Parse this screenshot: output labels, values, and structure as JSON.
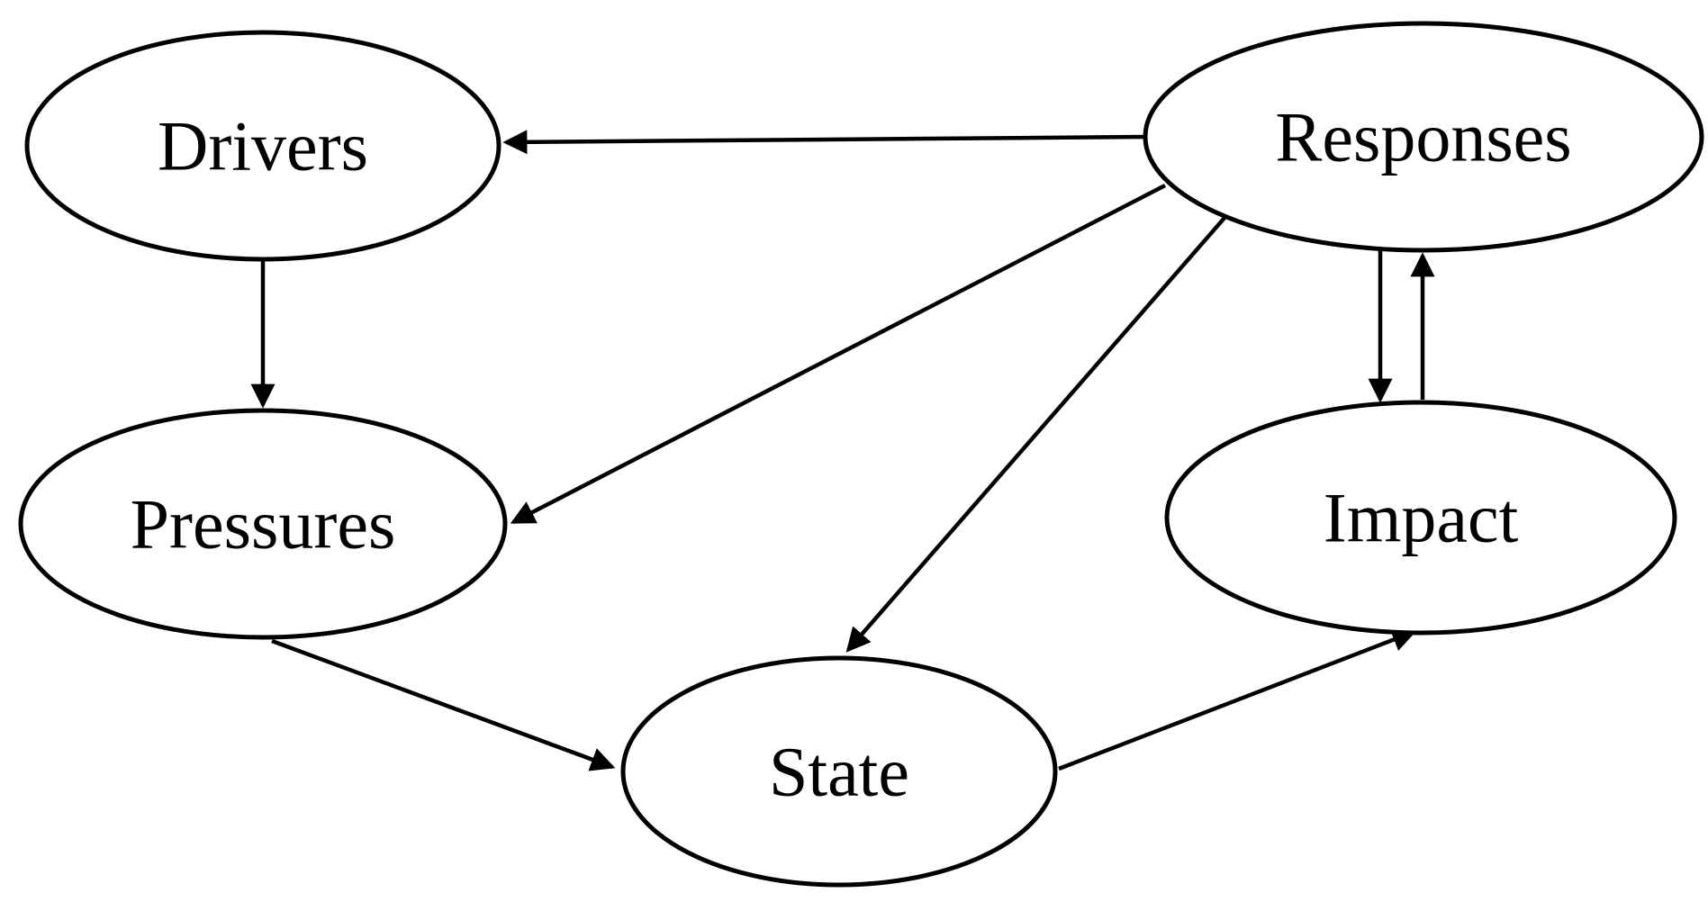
{
  "diagram": {
    "nodes": [
      {
        "id": "drivers",
        "label": "Drivers"
      },
      {
        "id": "responses",
        "label": "Responses"
      },
      {
        "id": "pressures",
        "label": "Pressures"
      },
      {
        "id": "impact",
        "label": "Impact"
      },
      {
        "id": "state",
        "label": "State"
      }
    ],
    "edges": [
      {
        "from": "responses",
        "to": "drivers"
      },
      {
        "from": "drivers",
        "to": "pressures"
      },
      {
        "from": "responses",
        "to": "pressures"
      },
      {
        "from": "responses",
        "to": "state"
      },
      {
        "from": "responses",
        "to": "impact"
      },
      {
        "from": "impact",
        "to": "responses"
      },
      {
        "from": "pressures",
        "to": "state"
      },
      {
        "from": "state",
        "to": "impact"
      }
    ],
    "colors": {
      "stroke": "#000000",
      "background": "#ffffff"
    }
  }
}
